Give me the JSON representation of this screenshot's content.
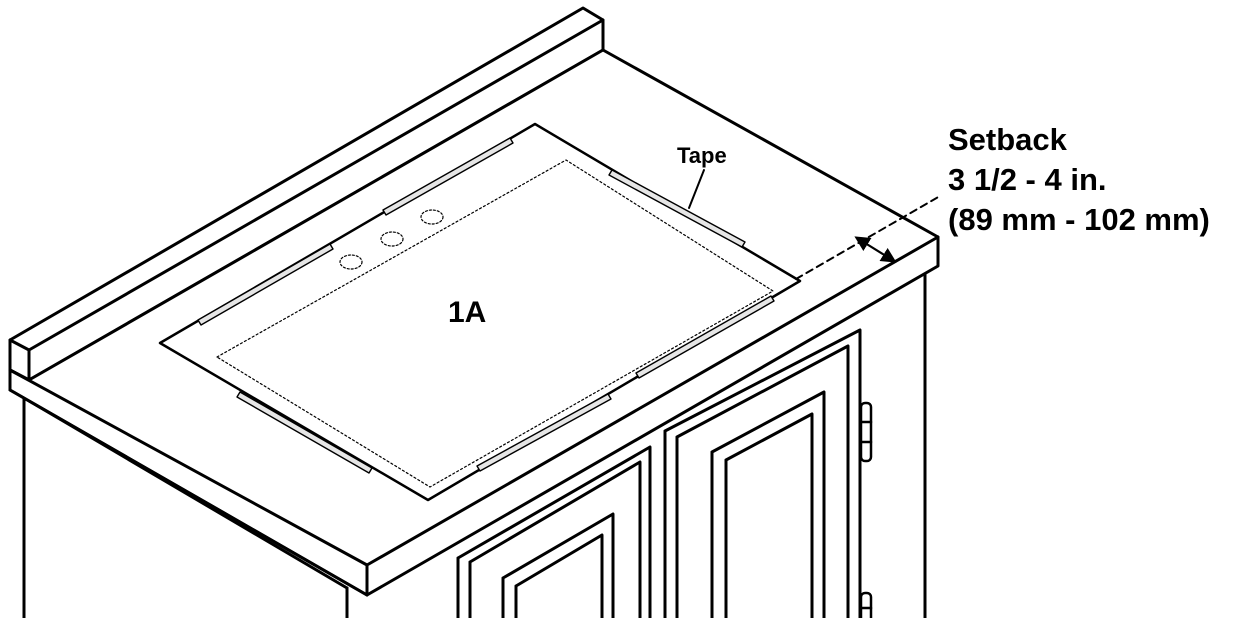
{
  "labels": {
    "part": "1A",
    "tape": "Tape",
    "setback_title": "Setback",
    "setback_imperial": "3 1/2 - 4 in.",
    "setback_metric": "(89 mm - 102 mm)"
  },
  "colors": {
    "line": "#000000",
    "background": "#ffffff",
    "tape_fill": "#e6e6e6"
  },
  "icons": {
    "hinge": "hinge-icon",
    "dimension_arrow": "double-arrow-icon"
  }
}
